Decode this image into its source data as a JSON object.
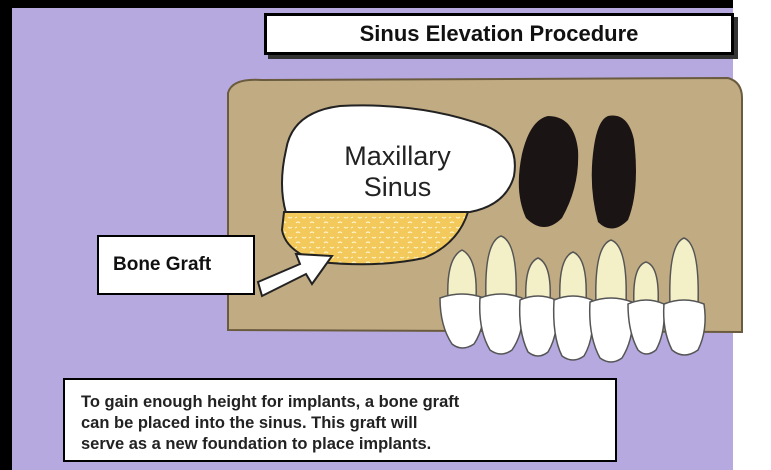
{
  "title": "Sinus Elevation Procedure",
  "labels": {
    "sinus_line1": "Maxillary",
    "sinus_line2": "Sinus",
    "bone_graft": "Bone Graft"
  },
  "caption": {
    "line1": "To gain enough height for implants, a bone graft",
    "line2": "can be placed into the sinus.  This graft will",
    "line3": "serve as a new foundation to place implants."
  },
  "colors": {
    "background": "#b6a9e0",
    "bone": "#c1ab82",
    "graft": "#f2c95a",
    "sinus": "#ffffff",
    "nasal": "#1a1414",
    "tooth_root": "#f3f0c8",
    "crown": "#ffffff"
  }
}
